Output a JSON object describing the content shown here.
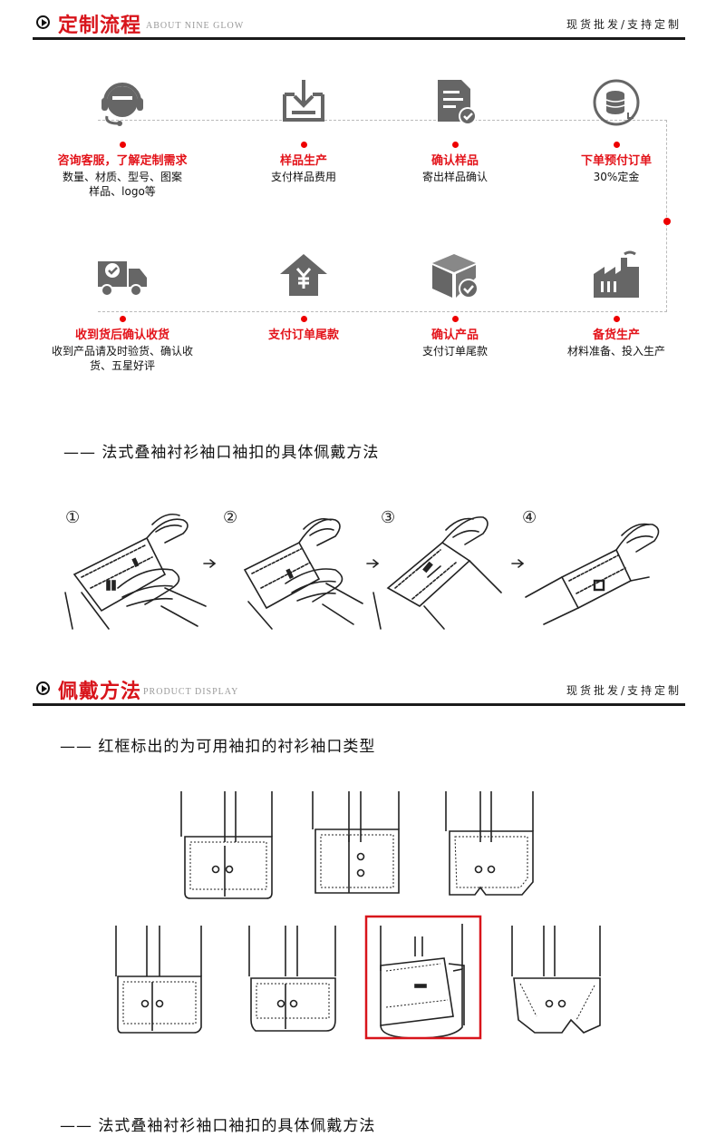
{
  "section1": {
    "title": "定制流程",
    "subtitle": "ABOUT NINE GLOW",
    "right_text": "现货批发/支持定制"
  },
  "process": {
    "steps": [
      {
        "title": "咨询客服，了解定制需求",
        "desc": "数量、材质、型号、图案\n样品、logo等",
        "icon": "customer-service-headset-icon"
      },
      {
        "title": "样品生产",
        "desc": "支付样品费用",
        "icon": "download-tray-icon"
      },
      {
        "title": "确认样品",
        "desc": "寄出样品确认",
        "icon": "document-check-icon"
      },
      {
        "title": "下单预付订单",
        "desc": "30%定金",
        "icon": "coin-stack-icon"
      },
      {
        "title": "收到货后确认收货",
        "desc": "收到产品请及时验货、确认收\n货、五星好评",
        "icon": "delivery-truck-check-icon"
      },
      {
        "title": "支付订单尾款",
        "desc": "",
        "icon": "house-yen-icon"
      },
      {
        "title": "确认产品",
        "desc": "支付订单尾款",
        "icon": "box-check-icon"
      },
      {
        "title": "备货生产",
        "desc": "材料准备、投入生产",
        "icon": "factory-icon"
      }
    ]
  },
  "wear_method": {
    "heading": "—— 法式叠袖衬衫袖口袖扣的具体佩戴方法",
    "step_numbers": [
      "①",
      "②",
      "③",
      "④"
    ]
  },
  "section2": {
    "title": "佩戴方法",
    "subtitle": "PRODUCT DISPLAY",
    "right_text": "现货批发/支持定制"
  },
  "cuff_types": {
    "heading": "—— 红框标出的为可用袖扣的衬衫袖口类型",
    "highlight_color": "#d8141b"
  },
  "bottom_heading": "—— 法式叠袖衬衫袖口袖扣的具体佩戴方法",
  "colors": {
    "accent": "#d8141b",
    "icon_gray": "#666666"
  }
}
